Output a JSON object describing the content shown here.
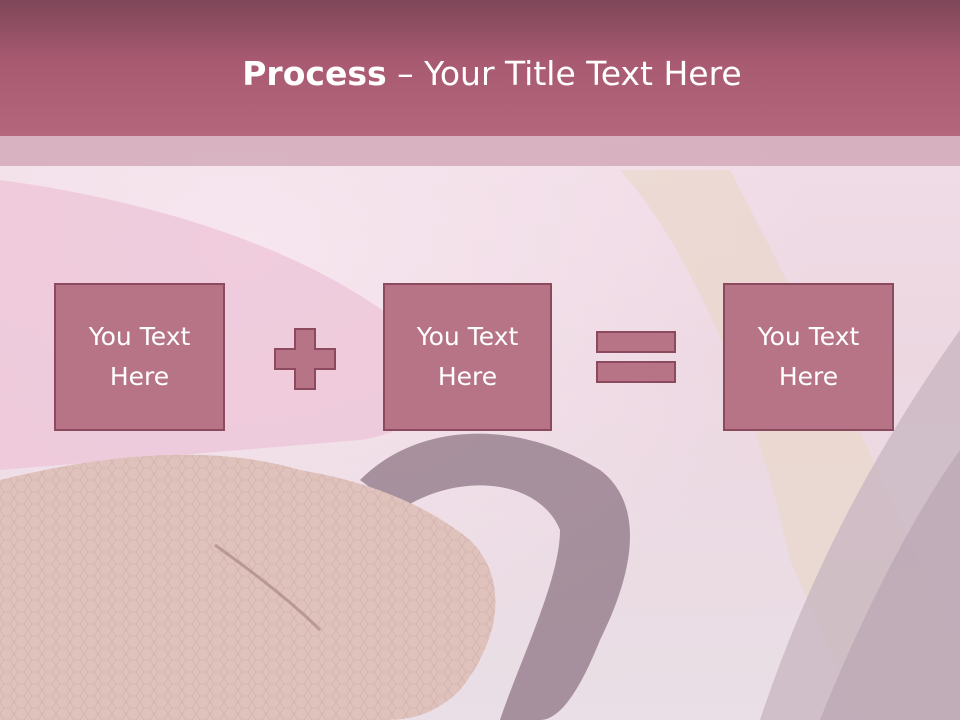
{
  "slide": {
    "title_bold": "Process",
    "title_rest": " – Your Title Text Here"
  },
  "boxes": [
    {
      "line1": "You Text",
      "line2": "Here"
    },
    {
      "line1": "You Text",
      "line2": "Here"
    },
    {
      "line1": "You Text",
      "line2": "Here"
    }
  ],
  "operators": [
    "plus-icon",
    "equals-icon"
  ],
  "colors": {
    "header": "#a85a71",
    "box_fill": "#b87487",
    "box_border": "#8b4a5e",
    "text": "#ffffff"
  }
}
